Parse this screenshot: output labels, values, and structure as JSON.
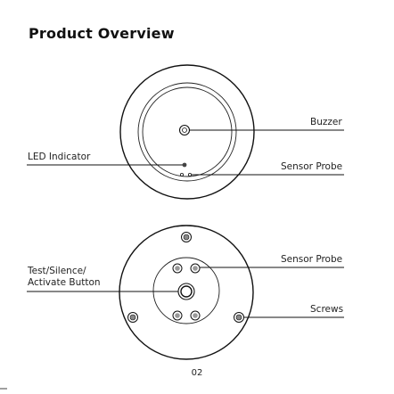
{
  "title": "Product Overview",
  "labels": {
    "buzzer": "Buzzer",
    "led_indicator": "LED Indicator",
    "sensor_probe_top": "Sensor Probe",
    "test_button_line1": "Test/Silence/",
    "test_button_line2": "Activate Button",
    "sensor_probe_bottom": "Sensor Probe",
    "screws": "Screws"
  },
  "page_number": "02"
}
